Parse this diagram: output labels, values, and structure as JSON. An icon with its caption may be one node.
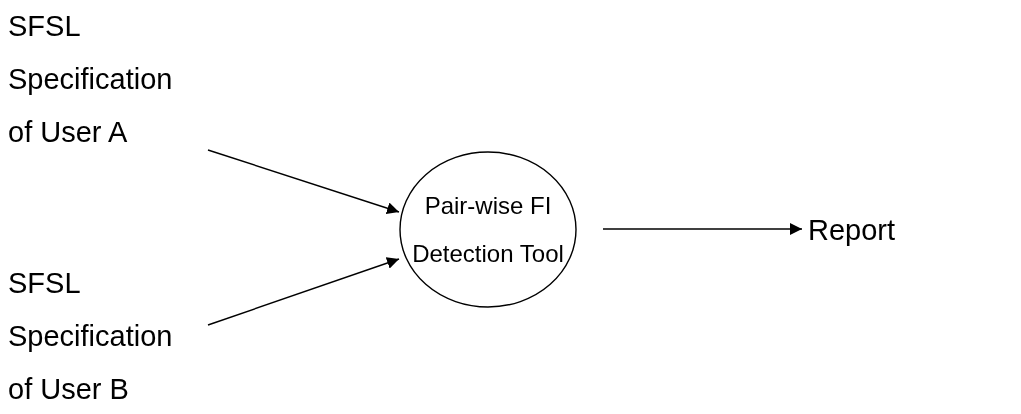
{
  "diagram": {
    "nodes": [
      {
        "text": [
          "SFSL Specification of User A"
        ]
      },
      {
        "text": [
          "SFSL Specification of User B"
        ]
      },
      {
        "text": [
          "Pair-wise FI Detection Tool"
        ]
      },
      {
        "text": [
          "Report"
        ]
      }
    ],
    "edges": [
      {
        "from": 0,
        "to": 2,
        "arrow": "to"
      },
      {
        "from": 1,
        "to": 2,
        "arrow": "to"
      },
      {
        "from": 2,
        "to": 3,
        "arrow": "to"
      }
    ]
  }
}
